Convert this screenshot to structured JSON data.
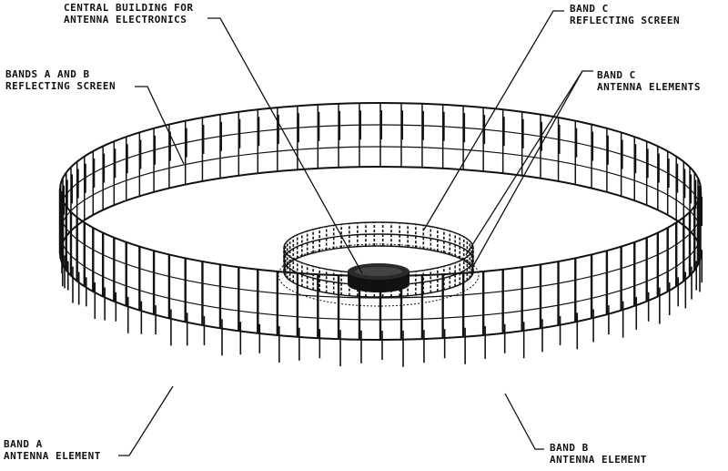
{
  "labels": {
    "central_building": {
      "line1": "CENTRAL BUILDING FOR",
      "line2": "ANTENNA ELECTRONICS"
    },
    "band_c_screen": {
      "line1": "BAND C",
      "line2": "REFLECTING SCREEN"
    },
    "bands_ab_screen": {
      "line1": "BANDS A AND B",
      "line2": "REFLECTING SCREEN"
    },
    "band_c_elements": {
      "line1": "BAND C",
      "line2": "ANTENNA ELEMENTS"
    },
    "band_a_element": {
      "line1": "BAND A",
      "line2": "ANTENNA ELEMENT"
    },
    "band_b_element": {
      "line1": "BAND B",
      "line2": "ANTENNA ELEMENT"
    }
  },
  "colors": {
    "ink": "#111111",
    "paper": "#ffffff"
  }
}
